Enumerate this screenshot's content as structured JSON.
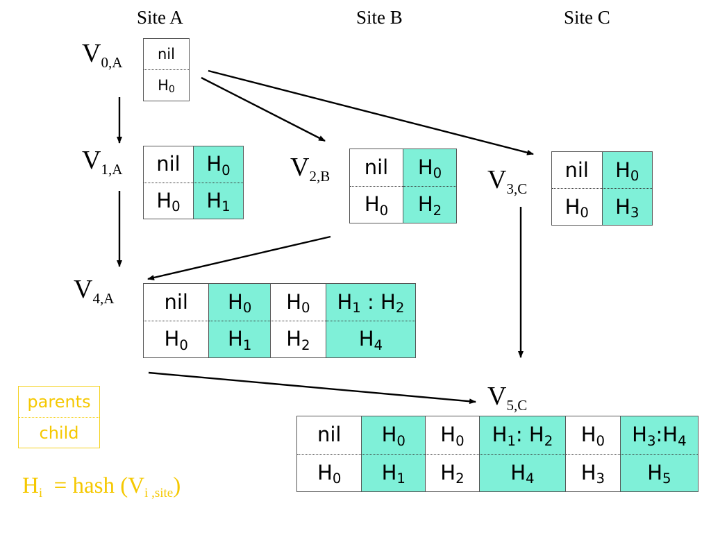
{
  "sites": [
    "Site A",
    "Site B",
    "Site C"
  ],
  "labels": {
    "v0": {
      "main": "V",
      "sub": "0,A"
    },
    "v1": {
      "main": "V",
      "sub": "1,A"
    },
    "v2": {
      "main": "V",
      "sub": "2,B"
    },
    "v3": {
      "main": "V",
      "sub": "3,C"
    },
    "v4": {
      "main": "V",
      "sub": "4,A"
    },
    "v5": {
      "main": "V",
      "sub": "5,C"
    }
  },
  "legend": {
    "parents": "parents",
    "child": "child"
  },
  "formula": {
    "h": "H",
    "h_sub": "i",
    "eq": "= hash (V",
    "v_sub": "i ,site",
    "close": ")"
  },
  "colors": {
    "highlight": "#7ff0d8",
    "legend": "#f5c800"
  },
  "vectors": {
    "v0": {
      "cells": [
        {
          "p": "nil",
          "c": "H0",
          "hl": false
        }
      ]
    },
    "v1": {
      "cells": [
        {
          "p": "nil",
          "c": "H0",
          "hl": false
        },
        {
          "p": "H0",
          "c": "H1",
          "hl": true
        }
      ]
    },
    "v2": {
      "cells": [
        {
          "p": "nil",
          "c": "H0",
          "hl": false
        },
        {
          "p": "H0",
          "c": "H2",
          "hl": true
        }
      ]
    },
    "v3": {
      "cells": [
        {
          "p": "nil",
          "c": "H0",
          "hl": false
        },
        {
          "p": "H0",
          "c": "H3",
          "hl": true
        }
      ]
    },
    "v4": {
      "cells": [
        {
          "p": "nil",
          "c": "H0",
          "hl": false
        },
        {
          "p": "H0",
          "c": "H1",
          "hl": true
        },
        {
          "p": "H0",
          "c": "H2",
          "hl": false
        },
        {
          "p": "H1 : H2",
          "c": "H4",
          "hl": true
        }
      ]
    },
    "v5": {
      "cells": [
        {
          "p": "nil",
          "c": "H0",
          "hl": false
        },
        {
          "p": "H0",
          "c": "H1",
          "hl": true
        },
        {
          "p": "H0",
          "c": "H2",
          "hl": false
        },
        {
          "p": "H1: H2",
          "c": "H4",
          "hl": true
        },
        {
          "p": "H0",
          "c": "H3",
          "hl": false
        },
        {
          "p": "H3:H4",
          "c": "H5",
          "hl": true
        }
      ]
    }
  }
}
